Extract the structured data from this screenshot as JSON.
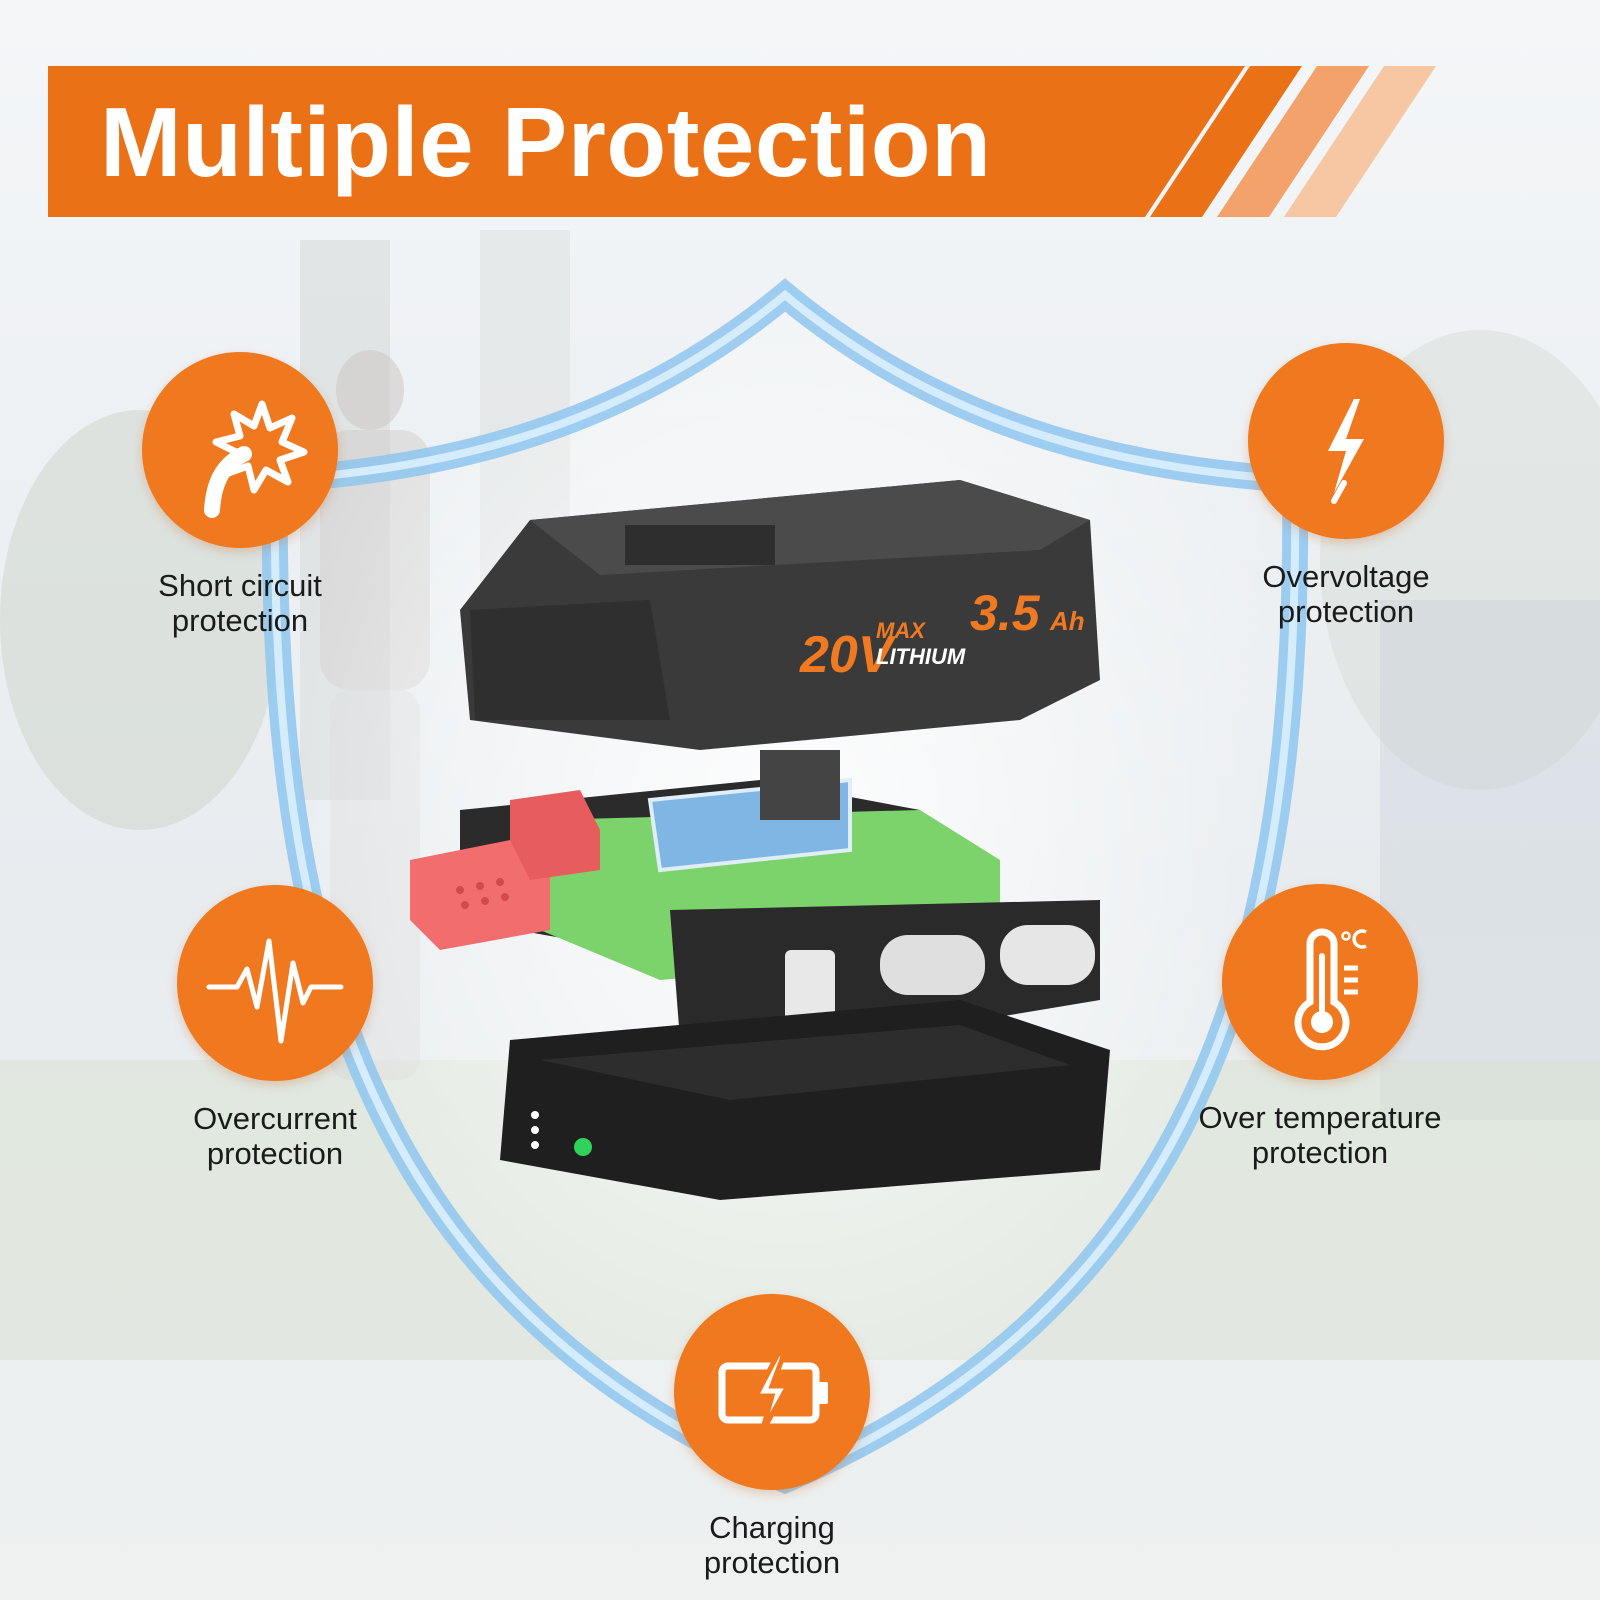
{
  "banner": {
    "title": "Multiple Protection",
    "color": "#ea7115"
  },
  "features": [
    {
      "id": "short-circuit",
      "icon": "explosion-icon",
      "line1": "Short circuit",
      "line2": "protection"
    },
    {
      "id": "overvoltage",
      "icon": "lightning-bolt-icon",
      "line1": "Overvoltage",
      "line2": "protection"
    },
    {
      "id": "overcurrent",
      "icon": "pulse-wave-icon",
      "line1": "Overcurrent",
      "line2": "protection"
    },
    {
      "id": "over-temperature",
      "icon": "thermometer-icon",
      "line1": "Over temperature",
      "line2": "protection"
    },
    {
      "id": "charging",
      "icon": "battery-charging-icon",
      "line1": "Charging",
      "line2": "protection"
    }
  ],
  "battery": {
    "voltage": "20V",
    "max": "MAX",
    "chemistry": "LITHIUM",
    "capacity": "3.5",
    "capacity_unit": "Ah"
  },
  "colors": {
    "accent": "#f0781f",
    "shield": "#8ec6ee",
    "cells": "#7dd36b",
    "casing": "#3a3a3a"
  }
}
